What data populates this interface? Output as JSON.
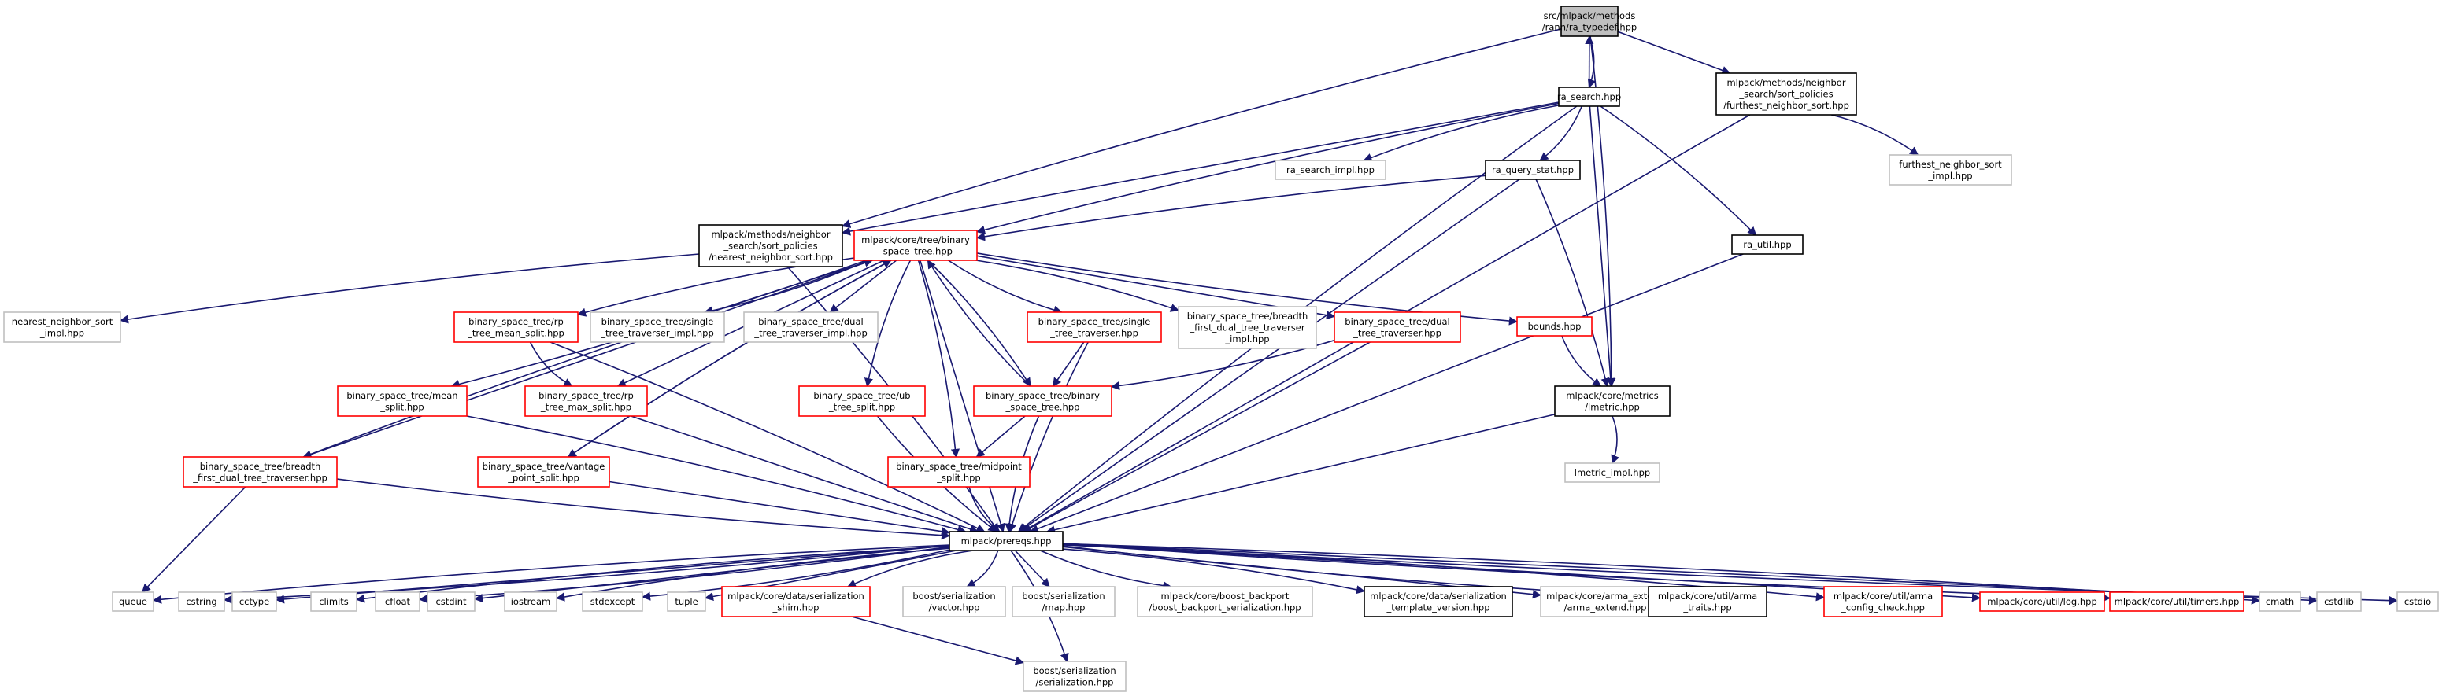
{
  "colors": {
    "edge": "#191970",
    "root_fill": "#bfbfbf",
    "border_black": "#000000",
    "border_red": "#ff0000",
    "border_gray": "#bfbfbf",
    "background": "#ffffff"
  },
  "nodes": [
    {
      "id": "root",
      "lines": [
        "src/mlpack/methods",
        "/rann/ra_typedef.hpp"
      ],
      "style": "root"
    },
    {
      "id": "ra_search",
      "lines": [
        "ra_search.hpp"
      ],
      "style": "black"
    },
    {
      "id": "furthest_sort",
      "lines": [
        "mlpack/methods/neighbor",
        "_search/sort_policies",
        "/furthest_neighbor_sort.hpp"
      ],
      "style": "black"
    },
    {
      "id": "ra_search_impl",
      "lines": [
        "ra_search_impl.hpp"
      ],
      "style": "gray"
    },
    {
      "id": "ra_query_stat",
      "lines": [
        "ra_query_stat.hpp"
      ],
      "style": "black"
    },
    {
      "id": "furthest_impl",
      "lines": [
        "furthest_neighbor_sort",
        "_impl.hpp"
      ],
      "style": "gray"
    },
    {
      "id": "nearest_sort",
      "lines": [
        "mlpack/methods/neighbor",
        "_search/sort_policies",
        "/nearest_neighbor_sort.hpp"
      ],
      "style": "black"
    },
    {
      "id": "bst",
      "lines": [
        "mlpack/core/tree/binary",
        "_space_tree.hpp"
      ],
      "style": "red"
    },
    {
      "id": "ra_util",
      "lines": [
        "ra_util.hpp"
      ],
      "style": "black"
    },
    {
      "id": "nearest_impl",
      "lines": [
        "nearest_neighbor_sort",
        "_impl.hpp"
      ],
      "style": "gray"
    },
    {
      "id": "rp_mean",
      "lines": [
        "binary_space_tree/rp",
        "_tree_mean_split.hpp"
      ],
      "style": "red"
    },
    {
      "id": "single_impl",
      "lines": [
        "binary_space_tree/single",
        "_tree_traverser_impl.hpp"
      ],
      "style": "gray"
    },
    {
      "id": "dual_impl",
      "lines": [
        "binary_space_tree/dual",
        "_tree_traverser_impl.hpp"
      ],
      "style": "gray"
    },
    {
      "id": "single_trav",
      "lines": [
        "binary_space_tree/single",
        "_tree_traverser.hpp"
      ],
      "style": "red"
    },
    {
      "id": "bfs_impl",
      "lines": [
        "binary_space_tree/breadth",
        "_first_dual_tree_traverser",
        "_impl.hpp"
      ],
      "style": "gray"
    },
    {
      "id": "dual_trav",
      "lines": [
        "binary_space_tree/dual",
        "_tree_traverser.hpp"
      ],
      "style": "red"
    },
    {
      "id": "bounds",
      "lines": [
        "bounds.hpp"
      ],
      "style": "red"
    },
    {
      "id": "mean_split",
      "lines": [
        "binary_space_tree/mean",
        "_split.hpp"
      ],
      "style": "red"
    },
    {
      "id": "rp_max",
      "lines": [
        "binary_space_tree/rp",
        "_tree_max_split.hpp"
      ],
      "style": "red"
    },
    {
      "id": "ub_split",
      "lines": [
        "binary_space_tree/ub",
        "_tree_split.hpp"
      ],
      "style": "red"
    },
    {
      "id": "bst_inner",
      "lines": [
        "binary_space_tree/binary",
        "_space_tree.hpp"
      ],
      "style": "red"
    },
    {
      "id": "lmetric",
      "lines": [
        "mlpack/core/metrics",
        "/lmetric.hpp"
      ],
      "style": "black"
    },
    {
      "id": "bfs_trav",
      "lines": [
        "binary_space_tree/breadth",
        "_first_dual_tree_traverser.hpp"
      ],
      "style": "red"
    },
    {
      "id": "vantage",
      "lines": [
        "binary_space_tree/vantage",
        "_point_split.hpp"
      ],
      "style": "red"
    },
    {
      "id": "midpoint",
      "lines": [
        "binary_space_tree/midpoint",
        "_split.hpp"
      ],
      "style": "red"
    },
    {
      "id": "lmetric_impl",
      "lines": [
        "lmetric_impl.hpp"
      ],
      "style": "gray"
    },
    {
      "id": "prereqs",
      "lines": [
        "mlpack/prereqs.hpp"
      ],
      "style": "black"
    },
    {
      "id": "queue",
      "lines": [
        "queue"
      ],
      "style": "gray"
    },
    {
      "id": "cstring",
      "lines": [
        "cstring"
      ],
      "style": "gray"
    },
    {
      "id": "cctype",
      "lines": [
        "cctype"
      ],
      "style": "gray"
    },
    {
      "id": "climits",
      "lines": [
        "climits"
      ],
      "style": "gray"
    },
    {
      "id": "cfloat",
      "lines": [
        "cfloat"
      ],
      "style": "gray"
    },
    {
      "id": "cstdint",
      "lines": [
        "cstdint"
      ],
      "style": "gray"
    },
    {
      "id": "iostream",
      "lines": [
        "iostream"
      ],
      "style": "gray"
    },
    {
      "id": "stdexcept",
      "lines": [
        "stdexcept"
      ],
      "style": "gray"
    },
    {
      "id": "tuple",
      "lines": [
        "tuple"
      ],
      "style": "gray"
    },
    {
      "id": "ser_shim",
      "lines": [
        "mlpack/core/data/serialization",
        "_shim.hpp"
      ],
      "style": "red"
    },
    {
      "id": "boost_vector",
      "lines": [
        "boost/serialization",
        "/vector.hpp"
      ],
      "style": "gray"
    },
    {
      "id": "boost_map",
      "lines": [
        "boost/serialization",
        "/map.hpp"
      ],
      "style": "gray"
    },
    {
      "id": "boost_backport",
      "lines": [
        "mlpack/core/boost_backport",
        "/boost_backport_serialization.hpp"
      ],
      "style": "gray"
    },
    {
      "id": "ser_template",
      "lines": [
        "mlpack/core/data/serialization",
        "_template_version.hpp"
      ],
      "style": "black"
    },
    {
      "id": "arma_extend",
      "lines": [
        "mlpack/core/arma_extend",
        "/arma_extend.hpp"
      ],
      "style": "gray"
    },
    {
      "id": "arma_traits",
      "lines": [
        "mlpack/core/util/arma",
        "_traits.hpp"
      ],
      "style": "black"
    },
    {
      "id": "arma_config",
      "lines": [
        "mlpack/core/util/arma",
        "_config_check.hpp"
      ],
      "style": "red"
    },
    {
      "id": "log",
      "lines": [
        "mlpack/core/util/log.hpp"
      ],
      "style": "red"
    },
    {
      "id": "timers",
      "lines": [
        "mlpack/core/util/timers.hpp"
      ],
      "style": "red"
    },
    {
      "id": "cmath",
      "lines": [
        "cmath"
      ],
      "style": "gray"
    },
    {
      "id": "cstdlib",
      "lines": [
        "cstdlib"
      ],
      "style": "gray"
    },
    {
      "id": "cstdio",
      "lines": [
        "cstdio"
      ],
      "style": "gray"
    },
    {
      "id": "boost_serialization",
      "lines": [
        "boost/serialization",
        "/serialization.hpp"
      ],
      "style": "gray"
    }
  ],
  "edges": [
    [
      "root",
      "ra_search"
    ],
    [
      "root",
      "furthest_sort"
    ],
    [
      "root",
      "nearest_sort"
    ],
    [
      "root",
      "lmetric"
    ],
    [
      "ra_search",
      "root"
    ],
    [
      "ra_search",
      "ra_search_impl"
    ],
    [
      "ra_search",
      "ra_query_stat"
    ],
    [
      "ra_search",
      "nearest_sort"
    ],
    [
      "ra_search",
      "bst"
    ],
    [
      "ra_search",
      "ra_util"
    ],
    [
      "ra_search",
      "lmetric"
    ],
    [
      "ra_search",
      "prereqs"
    ],
    [
      "furthest_sort",
      "furthest_impl"
    ],
    [
      "furthest_sort",
      "prereqs"
    ],
    [
      "ra_query_stat",
      "bst"
    ],
    [
      "ra_query_stat",
      "lmetric"
    ],
    [
      "ra_query_stat",
      "prereqs"
    ],
    [
      "nearest_sort",
      "nearest_impl"
    ],
    [
      "nearest_sort",
      "prereqs"
    ],
    [
      "ra_util",
      "prereqs"
    ],
    [
      "bst",
      "rp_mean"
    ],
    [
      "bst",
      "single_impl"
    ],
    [
      "bst",
      "dual_impl"
    ],
    [
      "bst",
      "single_trav"
    ],
    [
      "bst",
      "bfs_impl"
    ],
    [
      "bst",
      "dual_trav"
    ],
    [
      "bst",
      "bounds"
    ],
    [
      "bst",
      "mean_split"
    ],
    [
      "bst",
      "rp_max"
    ],
    [
      "bst",
      "ub_split"
    ],
    [
      "bst",
      "bst_inner"
    ],
    [
      "bst",
      "bfs_trav"
    ],
    [
      "bst",
      "vantage"
    ],
    [
      "bst",
      "midpoint"
    ],
    [
      "bst",
      "prereqs"
    ],
    [
      "rp_mean",
      "rp_max"
    ],
    [
      "rp_mean",
      "prereqs"
    ],
    [
      "single_trav",
      "bst_inner"
    ],
    [
      "single_trav",
      "prereqs"
    ],
    [
      "dual_trav",
      "bst_inner"
    ],
    [
      "dual_trav",
      "prereqs"
    ],
    [
      "bounds",
      "lmetric"
    ],
    [
      "mean_split",
      "prereqs"
    ],
    [
      "rp_max",
      "prereqs"
    ],
    [
      "ub_split",
      "prereqs"
    ],
    [
      "bst_inner",
      "bst"
    ],
    [
      "bst_inner",
      "midpoint"
    ],
    [
      "bst_inner",
      "prereqs"
    ],
    [
      "bfs_trav",
      "bst"
    ],
    [
      "bfs_trav",
      "queue"
    ],
    [
      "bfs_trav",
      "prereqs"
    ],
    [
      "vantage",
      "bst"
    ],
    [
      "vantage",
      "prereqs"
    ],
    [
      "midpoint",
      "prereqs"
    ],
    [
      "lmetric",
      "lmetric_impl"
    ],
    [
      "lmetric",
      "prereqs"
    ],
    [
      "prereqs",
      "queue"
    ],
    [
      "prereqs",
      "cstring"
    ],
    [
      "prereqs",
      "cctype"
    ],
    [
      "prereqs",
      "climits"
    ],
    [
      "prereqs",
      "cfloat"
    ],
    [
      "prereqs",
      "cstdint"
    ],
    [
      "prereqs",
      "iostream"
    ],
    [
      "prereqs",
      "stdexcept"
    ],
    [
      "prereqs",
      "tuple"
    ],
    [
      "prereqs",
      "ser_shim"
    ],
    [
      "prereqs",
      "boost_vector"
    ],
    [
      "prereqs",
      "boost_map"
    ],
    [
      "prereqs",
      "boost_backport"
    ],
    [
      "prereqs",
      "ser_template"
    ],
    [
      "prereqs",
      "arma_extend"
    ],
    [
      "prereqs",
      "arma_traits"
    ],
    [
      "prereqs",
      "arma_config"
    ],
    [
      "prereqs",
      "log"
    ],
    [
      "prereqs",
      "timers"
    ],
    [
      "prereqs",
      "cmath"
    ],
    [
      "prereqs",
      "cstdlib"
    ],
    [
      "prereqs",
      "cstdio"
    ],
    [
      "prereqs",
      "boost_serialization"
    ],
    [
      "ser_shim",
      "boost_serialization"
    ]
  ]
}
